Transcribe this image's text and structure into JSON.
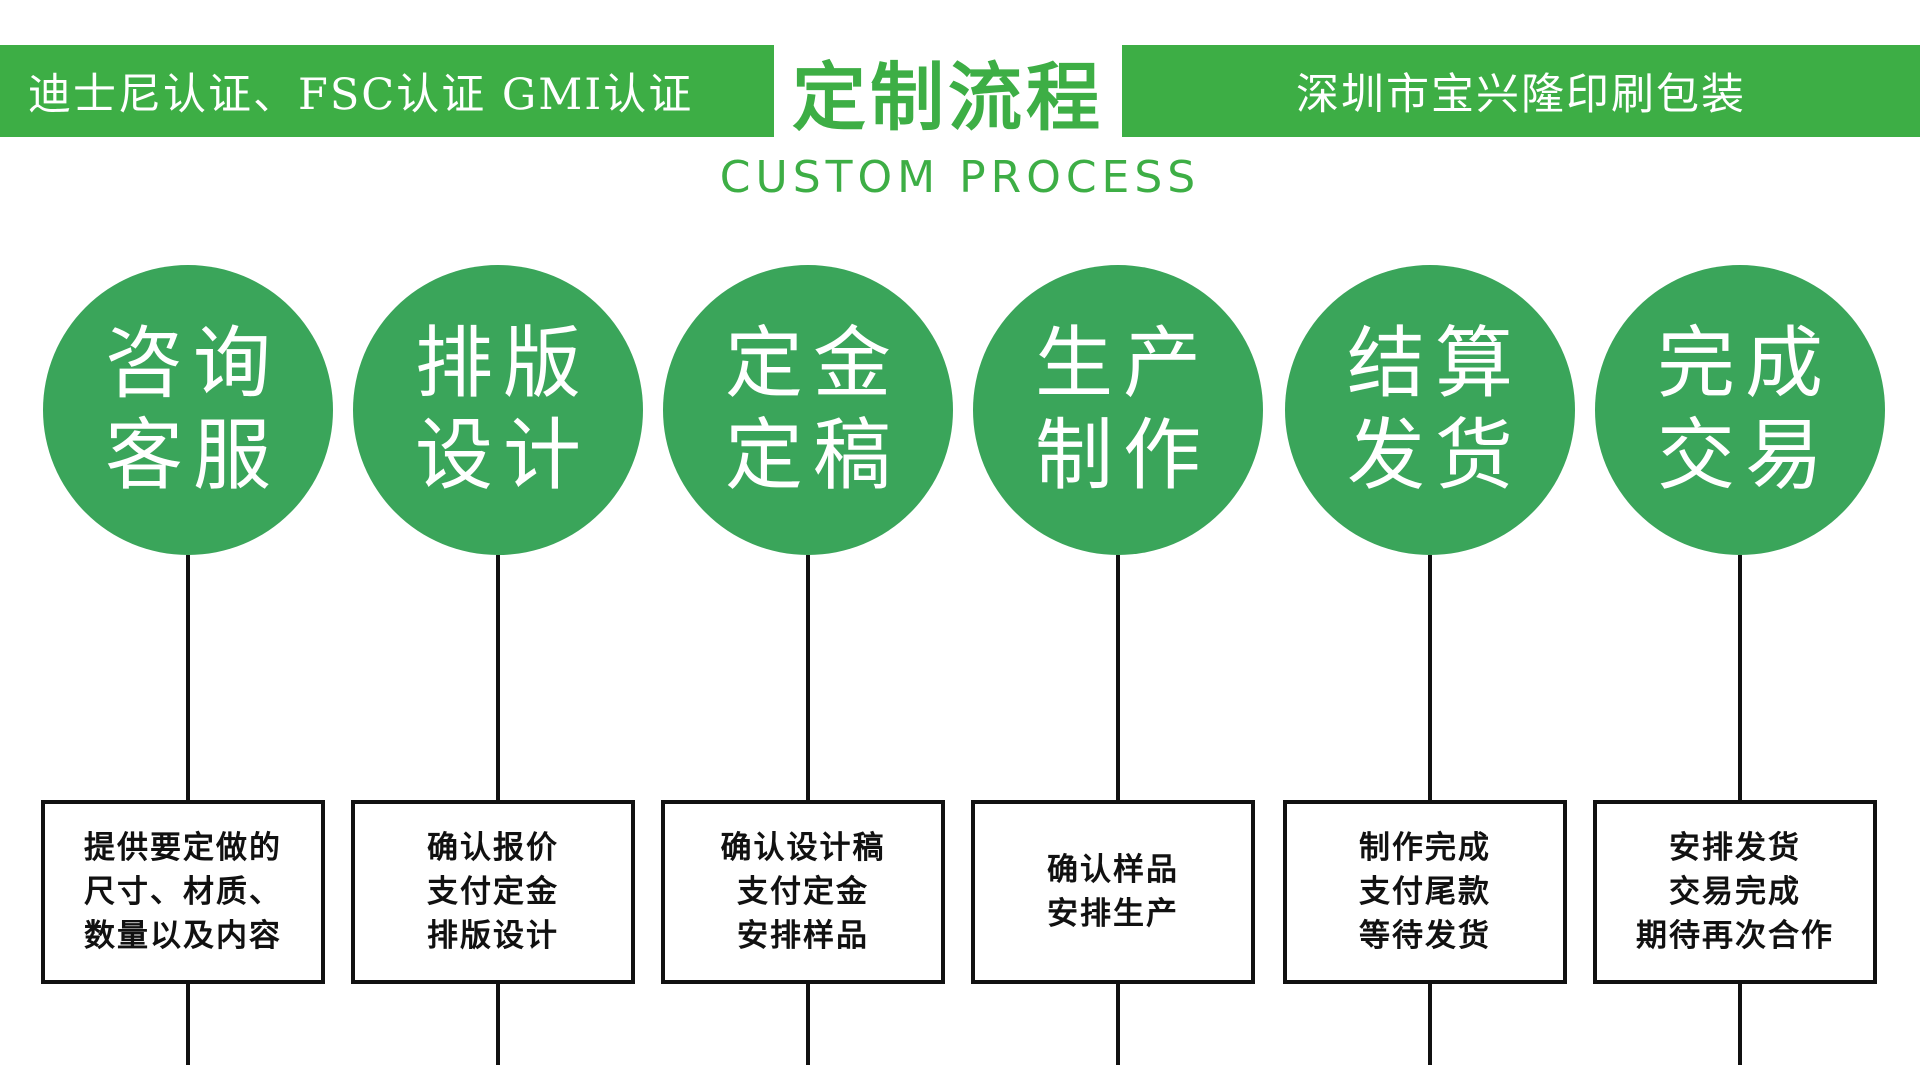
{
  "header": {
    "left_text": "迪士尼认证、FSC认证 GMI认证",
    "title": "定制流程",
    "right_text": "深圳市宝兴隆印刷包装",
    "subtitle": "CUSTOM PROCESS"
  },
  "colors": {
    "brand_green": "#3dae45",
    "circle_green": "#3aa55a",
    "line_black": "#111111"
  },
  "steps": [
    {
      "title_lines": [
        "咨询",
        "客服"
      ],
      "desc_lines": [
        "提供要定做的",
        "尺寸、材质、",
        "数量以及内容"
      ]
    },
    {
      "title_lines": [
        "排版",
        "设计"
      ],
      "desc_lines": [
        "确认报价",
        "支付定金",
        "排版设计"
      ]
    },
    {
      "title_lines": [
        "定金",
        "定稿"
      ],
      "desc_lines": [
        "确认设计稿",
        "支付定金",
        "安排样品"
      ]
    },
    {
      "title_lines": [
        "生产",
        "制作"
      ],
      "desc_lines": [
        "确认样品",
        "安排生产"
      ]
    },
    {
      "title_lines": [
        "结算",
        "发货"
      ],
      "desc_lines": [
        "制作完成",
        "支付尾款",
        "等待发货"
      ]
    },
    {
      "title_lines": [
        "完成",
        "交易"
      ],
      "desc_lines": [
        "安排发货",
        "交易完成",
        "期待再次合作"
      ]
    }
  ]
}
